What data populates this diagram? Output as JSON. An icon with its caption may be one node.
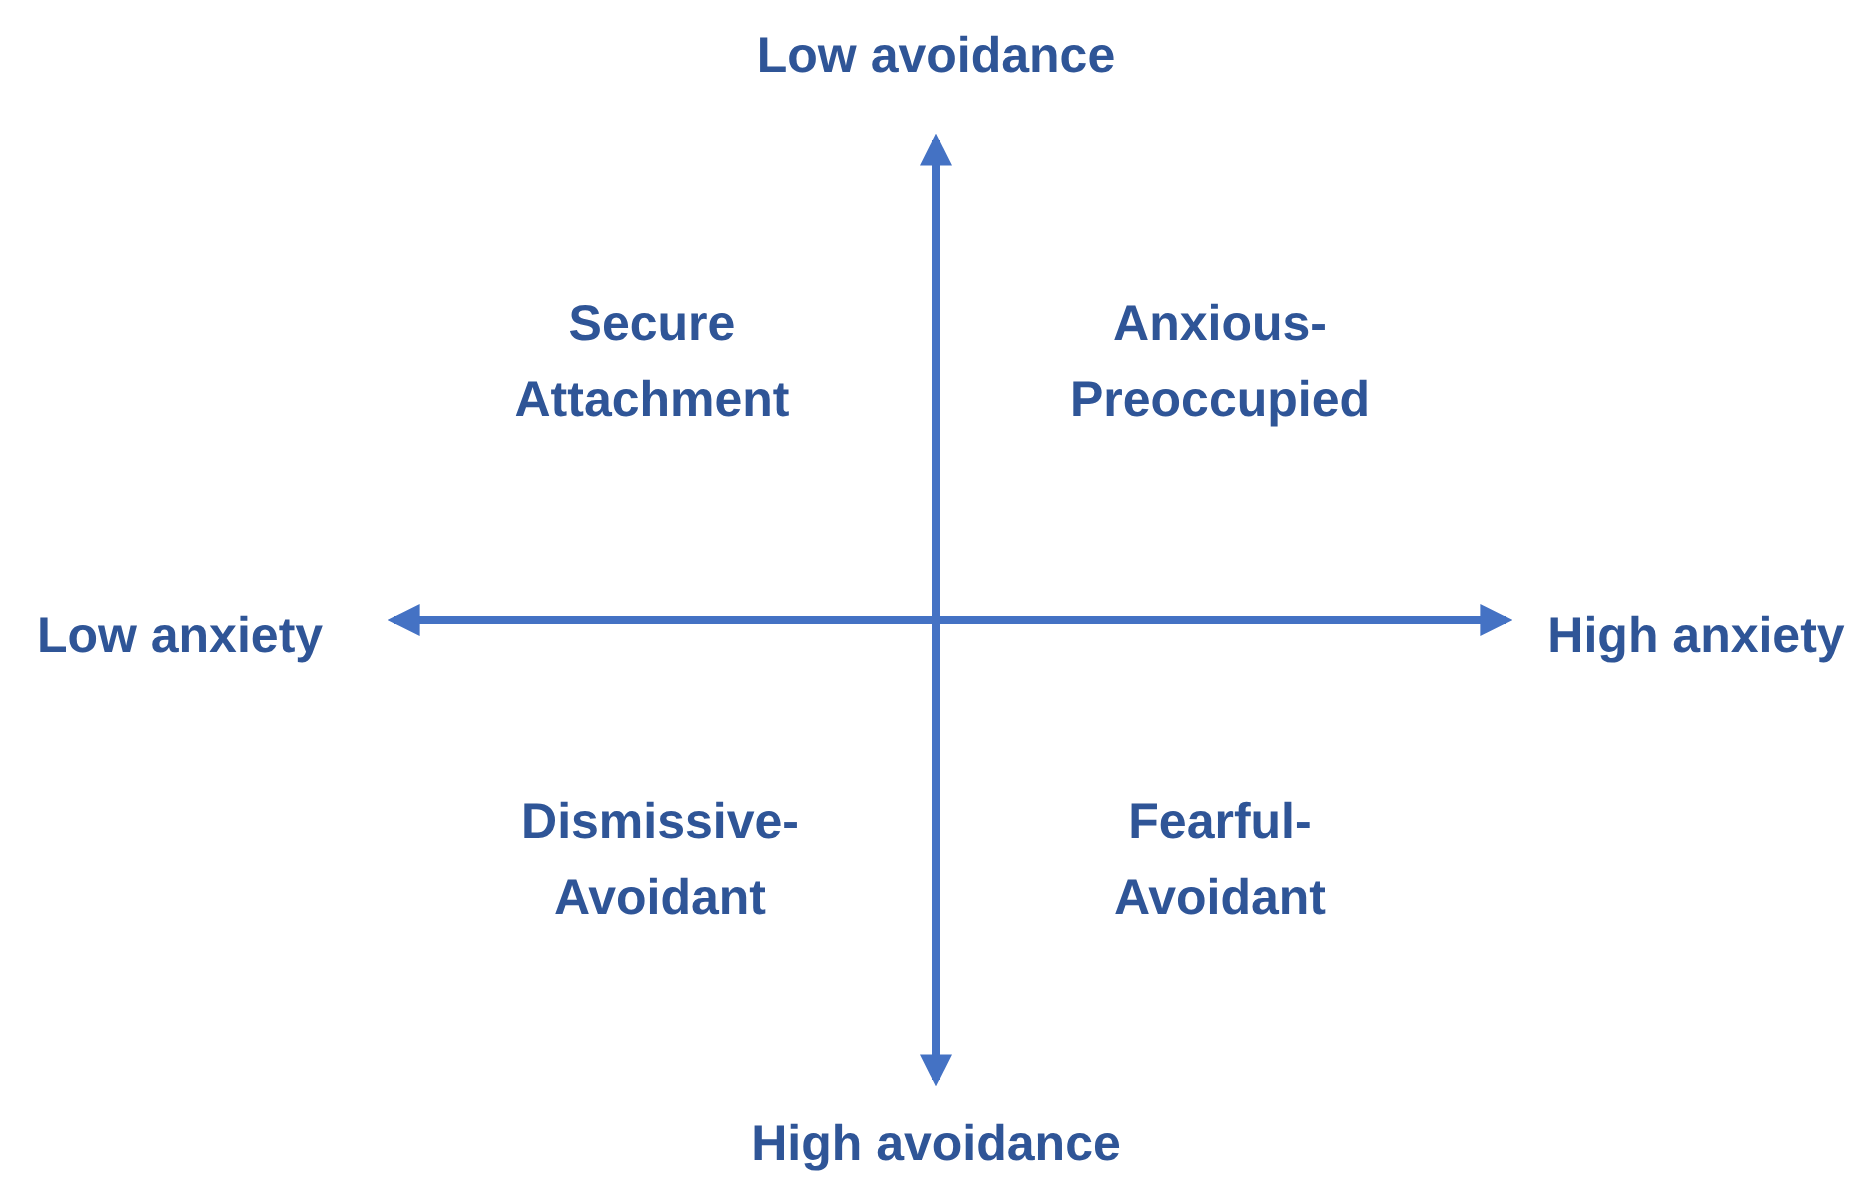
{
  "diagram": {
    "labels": [
      "Low avoidance",
      "Secure Attachment",
      "Anxious-Preoccupied",
      "Low anxiety",
      "High anxiety",
      "Dismissive-Avoidant",
      "Fearful-Avoidant",
      "High avoidance"
    ]
  }
}
